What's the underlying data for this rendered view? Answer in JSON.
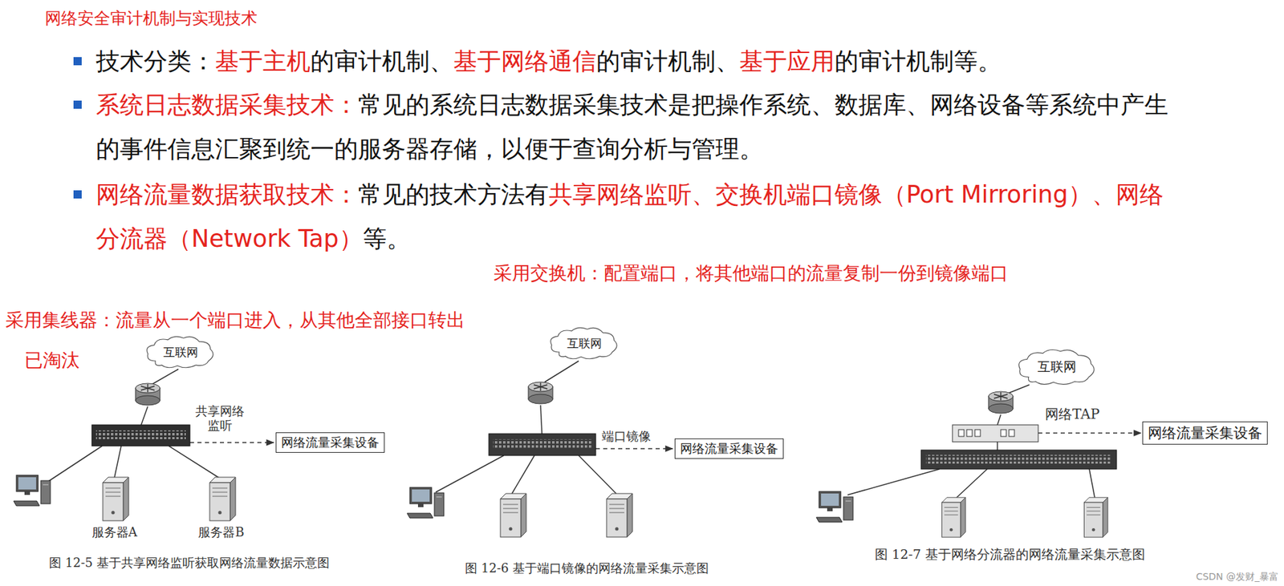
{
  "diagram": {
    "title": "网络安全审计机制与实现技术",
    "nodes": [
      {
        "text": [
          "互联网"
        ]
      },
      {
        "text": [
          "网络流量采集设备"
        ]
      },
      {
        "text": [
          "互联网"
        ]
      },
      {
        "text": [
          "网络流量采集设备"
        ]
      },
      {
        "text": [
          "互联网"
        ]
      },
      {
        "text": [
          "网络流量采集设备"
        ]
      }
    ],
    "labels": [
      "技术分类：",
      "基于主机",
      "的审计机制、",
      "基于网络通信",
      "的审计机制、",
      "基于应用",
      "的审计机制等。",
      "系统日志数据采集技术：",
      "常见的系统日志数据采集技术是把操作系统、数据库、网络设备等系统中产生的事件信息汇聚到统一的服务器存储，以便于查询分析与管理。",
      "网络流量数据获取技术：",
      "常见的技术方法有",
      "共享网络监听、交换机端口镜像（Port Mirroring）、网络分流器（Network Tap）",
      "等。",
      "采用交换机：配置端口，将其他端口的流量复制一份到镜像端口",
      "采用集线器：流量从一个端口进入，从其他全部接口转出",
      "已淘汰",
      "共享网络监听",
      "端口镜像",
      "网络TAP",
      "服务器A",
      "服务器B",
      "图 12-5 基于共享网络监听获取网络流量数据示意图",
      "图 12-6 基于端口镜像的网络流量采集示意图",
      "图 12-7 基于网络分流器的网络流量采集示意图",
      "CSDN @发财_暴富"
    ]
  }
}
